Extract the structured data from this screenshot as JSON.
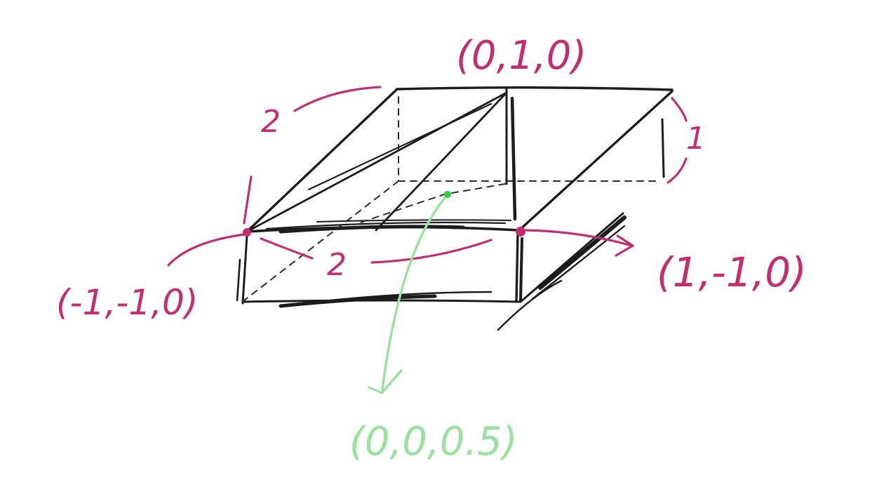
{
  "labels": {
    "top_point": "(0,1,0)",
    "left_point": "(-1,-1,0)",
    "right_point": "(1,-1,0)",
    "center_point": "(0,0,0.5)",
    "width_dimension": "2",
    "depth_dimension": "2",
    "height_dimension": "1"
  },
  "colors": {
    "ink": "#1c1c1c",
    "annotation": "#c22e6e",
    "center_marker": "#98e29e",
    "center_dot": "#2ecc40"
  }
}
